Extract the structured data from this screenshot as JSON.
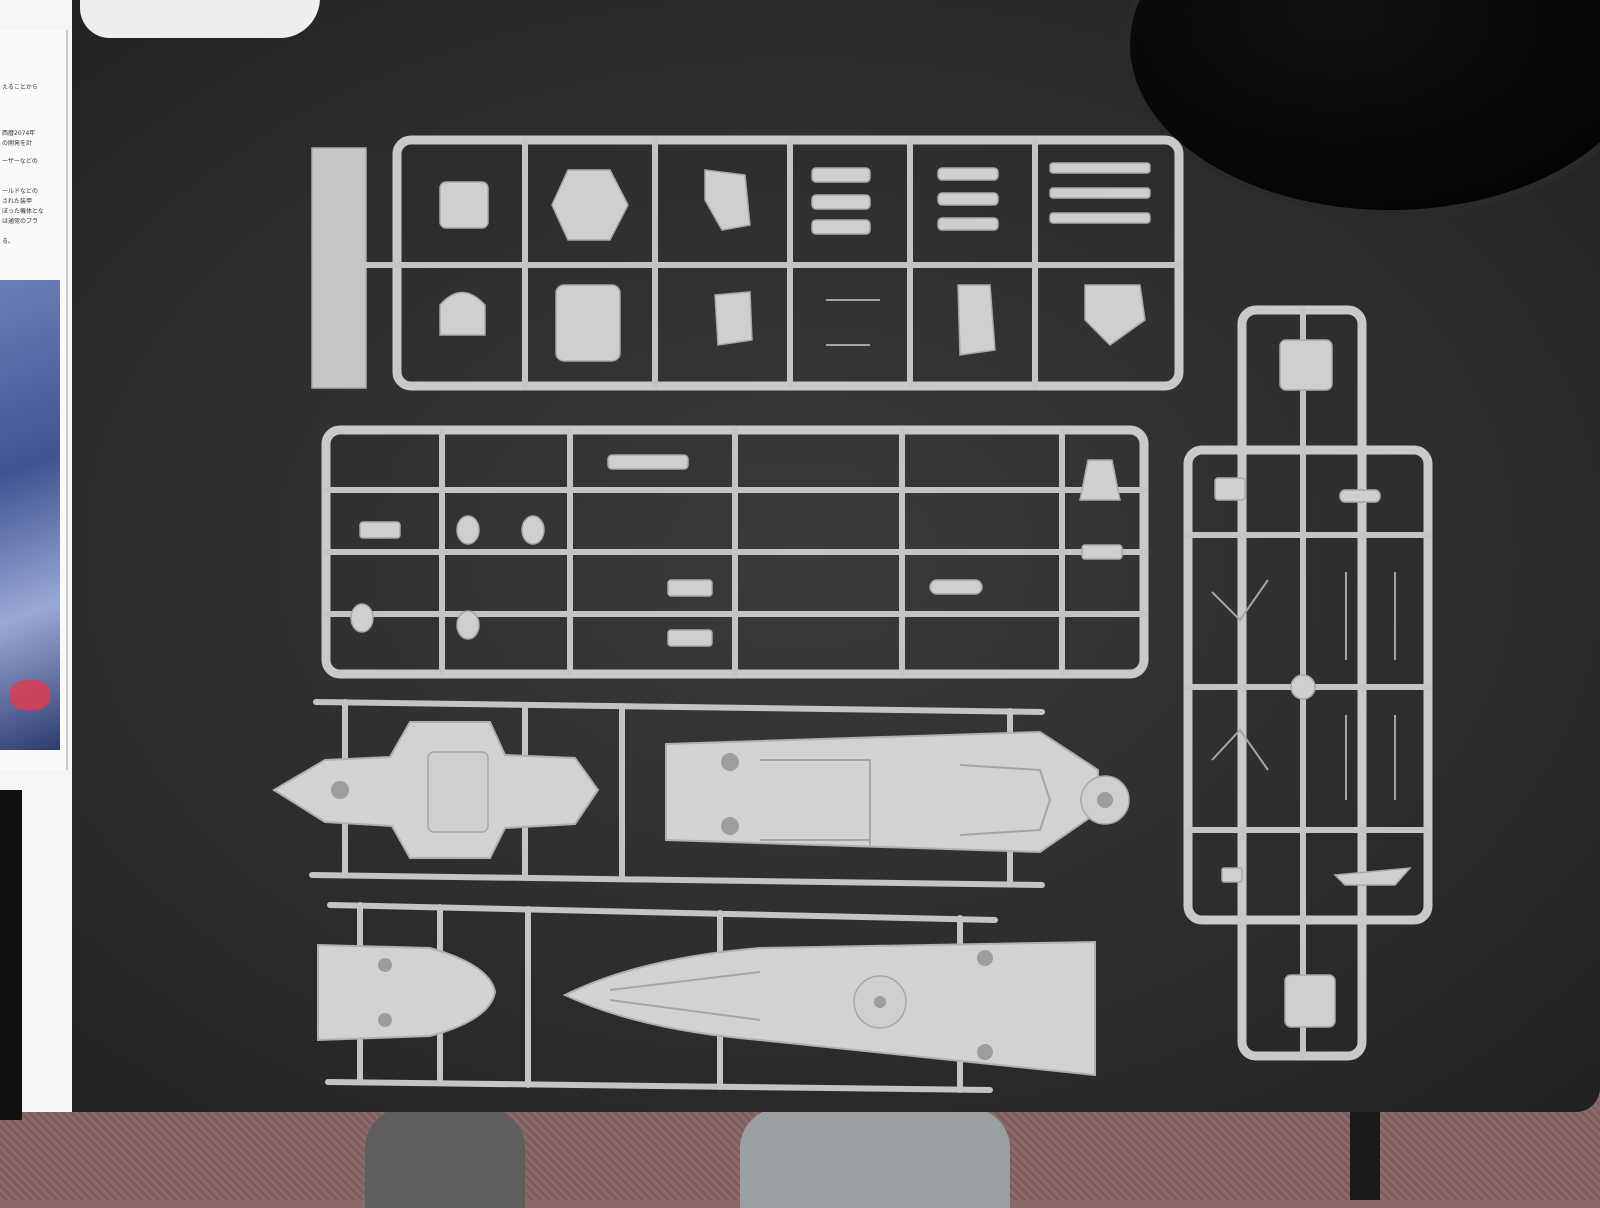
{
  "magazine": {
    "text_lines": [
      "えることから",
      "西暦2074年",
      "の開発を計",
      "ーザーなどの",
      "ールドなどの",
      "された装甲",
      "ぼった機体とな",
      "は通常のプラ",
      "る。"
    ]
  },
  "colors": {
    "desk": "#2c2c2c",
    "sprue_plastic": "#cfcfcf",
    "floor": "#8a6a68"
  }
}
